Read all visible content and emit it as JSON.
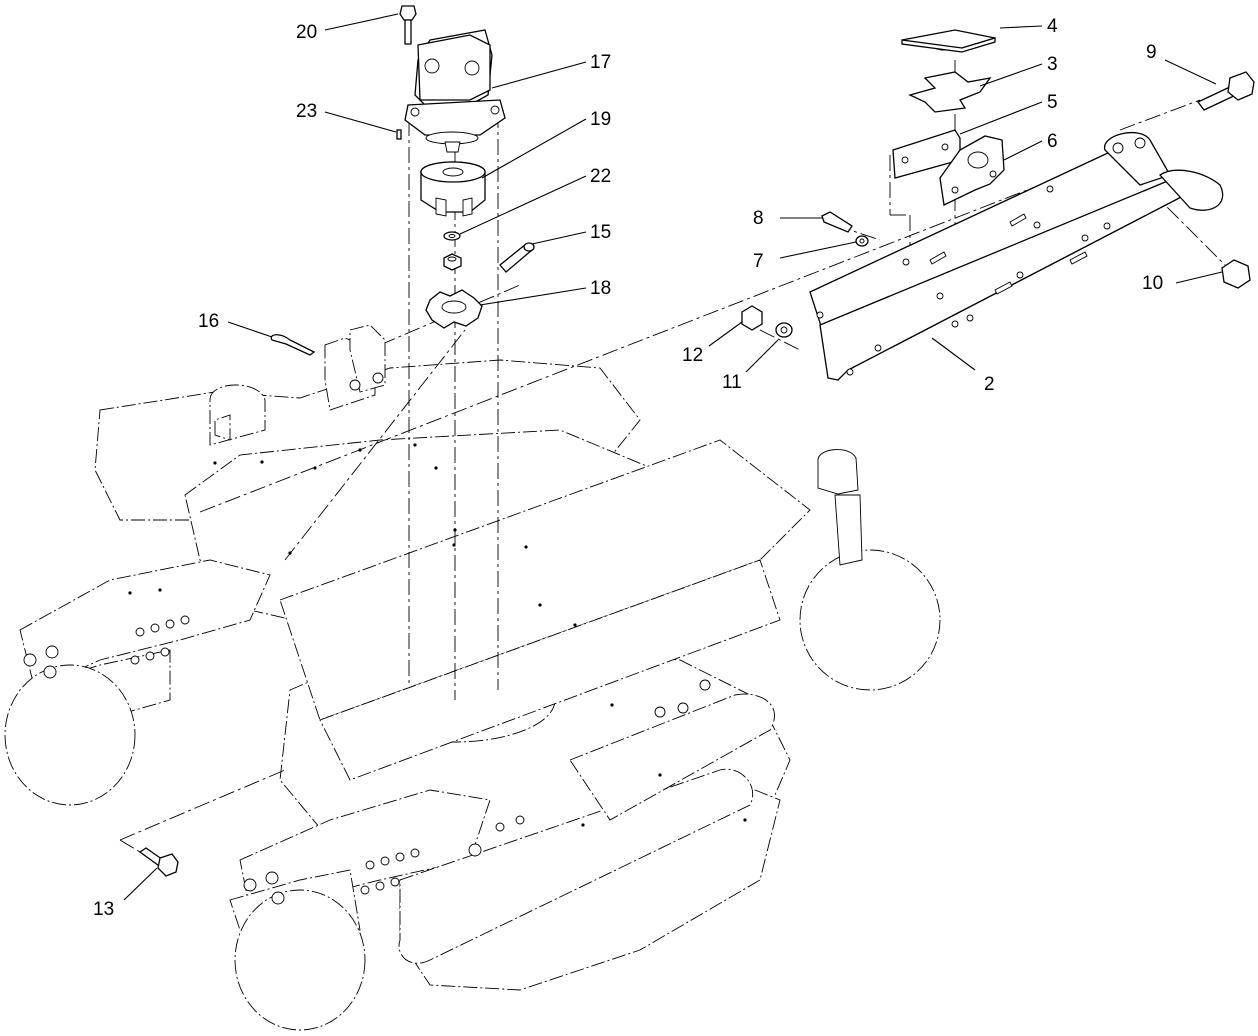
{
  "diagram": {
    "type": "exploded-parts-view",
    "callouts": [
      {
        "id": "c2",
        "label": "2"
      },
      {
        "id": "c3",
        "label": "3"
      },
      {
        "id": "c4",
        "label": "4"
      },
      {
        "id": "c5",
        "label": "5"
      },
      {
        "id": "c6",
        "label": "6"
      },
      {
        "id": "c7",
        "label": "7"
      },
      {
        "id": "c8",
        "label": "8"
      },
      {
        "id": "c9",
        "label": "9"
      },
      {
        "id": "c10",
        "label": "10"
      },
      {
        "id": "c11",
        "label": "11"
      },
      {
        "id": "c12",
        "label": "12"
      },
      {
        "id": "c13",
        "label": "13"
      },
      {
        "id": "c15",
        "label": "15"
      },
      {
        "id": "c16",
        "label": "16"
      },
      {
        "id": "c17",
        "label": "17"
      },
      {
        "id": "c18",
        "label": "18"
      },
      {
        "id": "c19",
        "label": "19"
      },
      {
        "id": "c20",
        "label": "20"
      },
      {
        "id": "c22",
        "label": "22"
      },
      {
        "id": "c23",
        "label": "23"
      }
    ]
  }
}
